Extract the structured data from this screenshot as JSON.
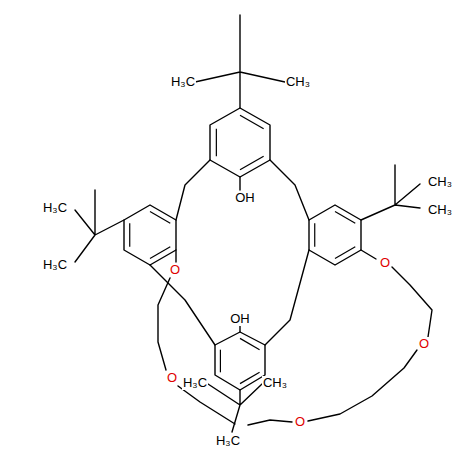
{
  "diagram": {
    "labels": [
      "H₃C",
      "CH₃",
      "H₃C",
      "CH₃",
      "OH",
      "CH₃",
      "H₃C",
      "O",
      "O",
      "OH",
      "O",
      "O",
      "H₃C",
      "CH₃",
      "O",
      "H₃C"
    ]
  }
}
